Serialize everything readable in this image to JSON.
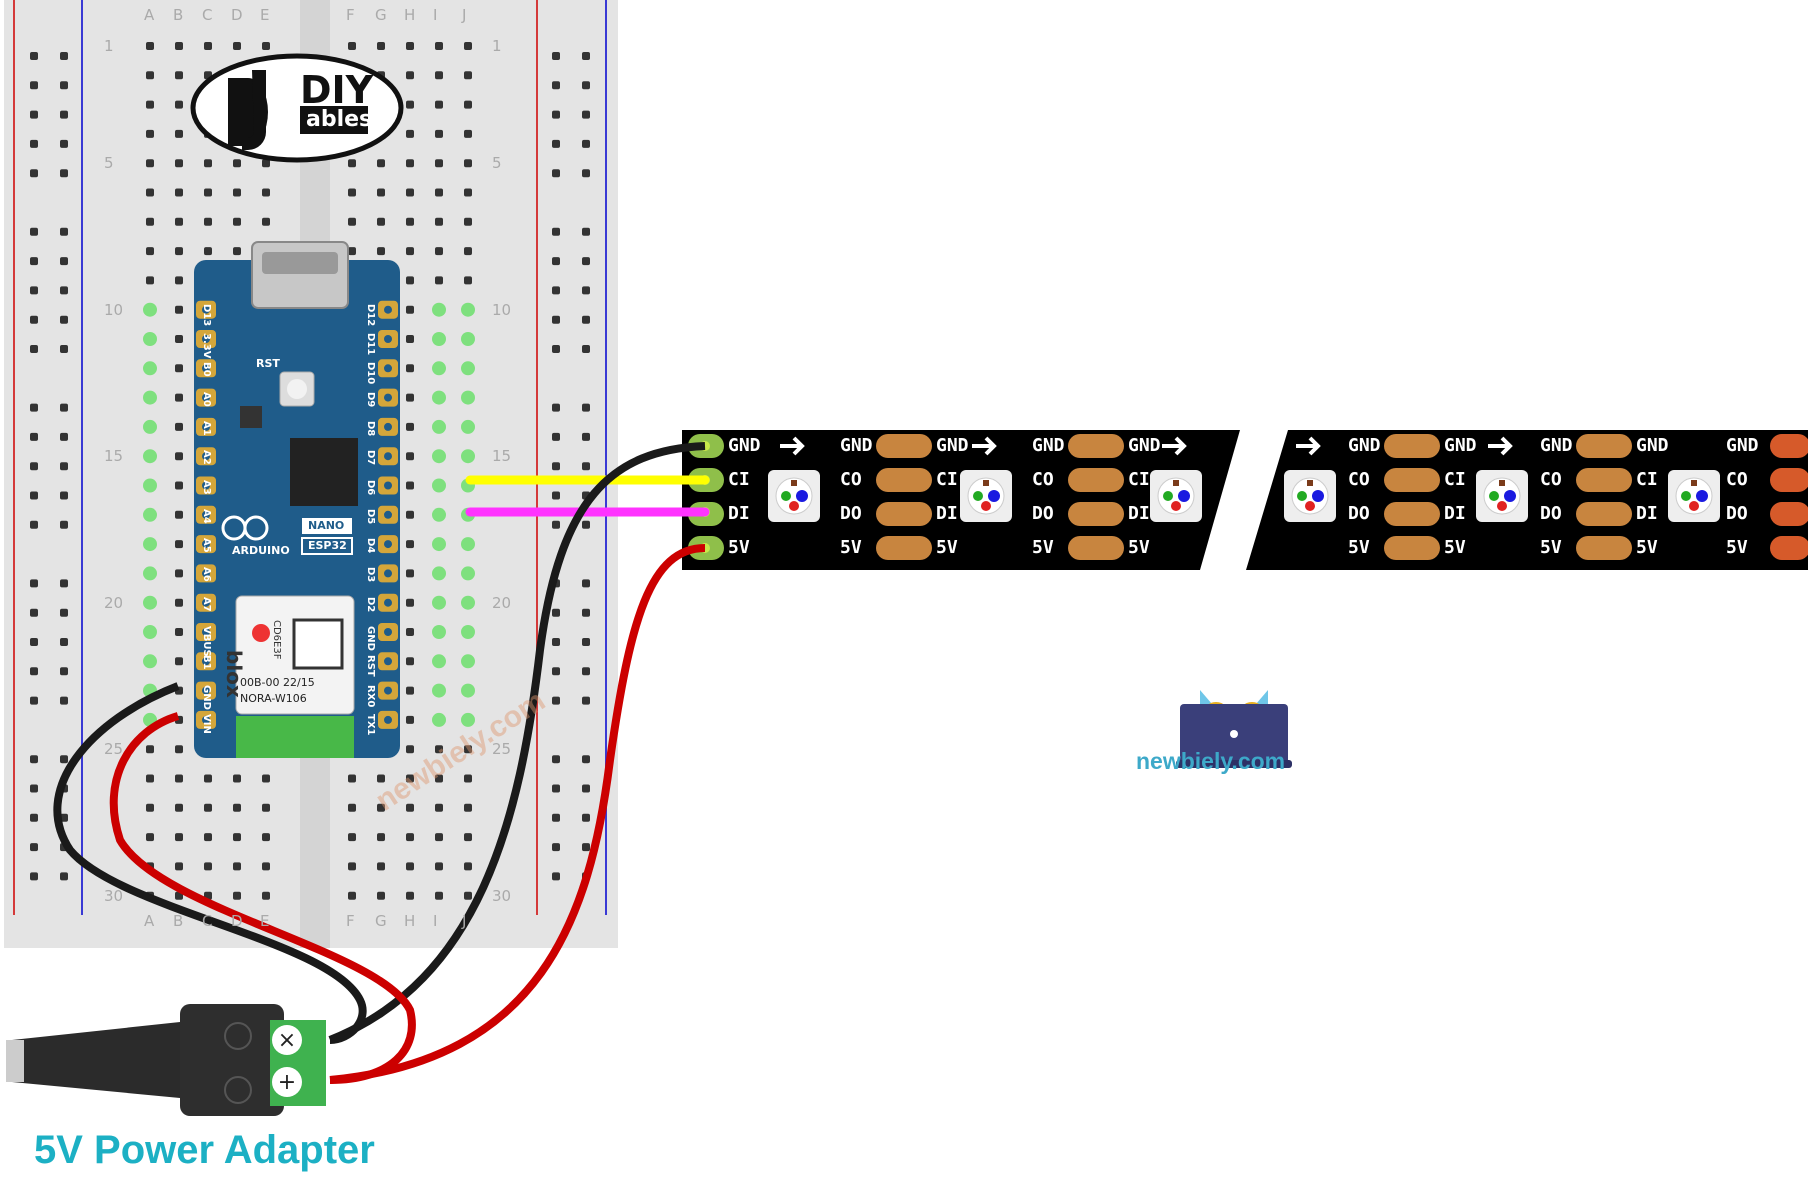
{
  "breadboard": {
    "col_letters_left": [
      "A",
      "B",
      "C",
      "D",
      "E"
    ],
    "col_letters_right": [
      "F",
      "G",
      "H",
      "I",
      "J"
    ],
    "row_numbers": [
      "1",
      "5",
      "10",
      "15",
      "20",
      "25",
      "30"
    ]
  },
  "logo": {
    "line1": "DIY",
    "line2": "ables"
  },
  "board": {
    "brand": "ARDUINO",
    "model1": "NANO",
    "model2": "ESP32",
    "module_brand": "blox",
    "module_code": "00B-00 22/15",
    "module_name": "NORA-W106",
    "module_id": "CD6E3F",
    "reset_label": "RST",
    "left_pins": [
      "D13",
      "3.3V",
      "B0",
      "A0",
      "A1",
      "A2",
      "A3",
      "A4",
      "A5",
      "A6",
      "A7",
      "VBUS",
      "B1",
      "GND",
      "VIN"
    ],
    "right_pins": [
      "D12",
      "D11",
      "D10",
      "D9",
      "D8",
      "D7",
      "D6",
      "D5",
      "D4",
      "D3",
      "D2",
      "GND",
      "RST",
      "RX0",
      "TX1"
    ]
  },
  "strip": {
    "pads": {
      "gnd": "GND",
      "ci": "CI",
      "co": "CO",
      "di": "DI",
      "do": "DO",
      "v5": "5V"
    }
  },
  "power_label": "5V Power Adapter",
  "brand_site": "newbiely.com",
  "watermark": "newbiely.com",
  "colors": {
    "wire_gnd": "#1a1a1a",
    "wire_5v": "#cc0000",
    "wire_clock": "#ffff00",
    "wire_data": "#ff33ff",
    "strip_bg": "#000000",
    "pad_copper": "#c8853f",
    "board_blue": "#1f5c8a",
    "label_teal": "#1cb0c4"
  }
}
